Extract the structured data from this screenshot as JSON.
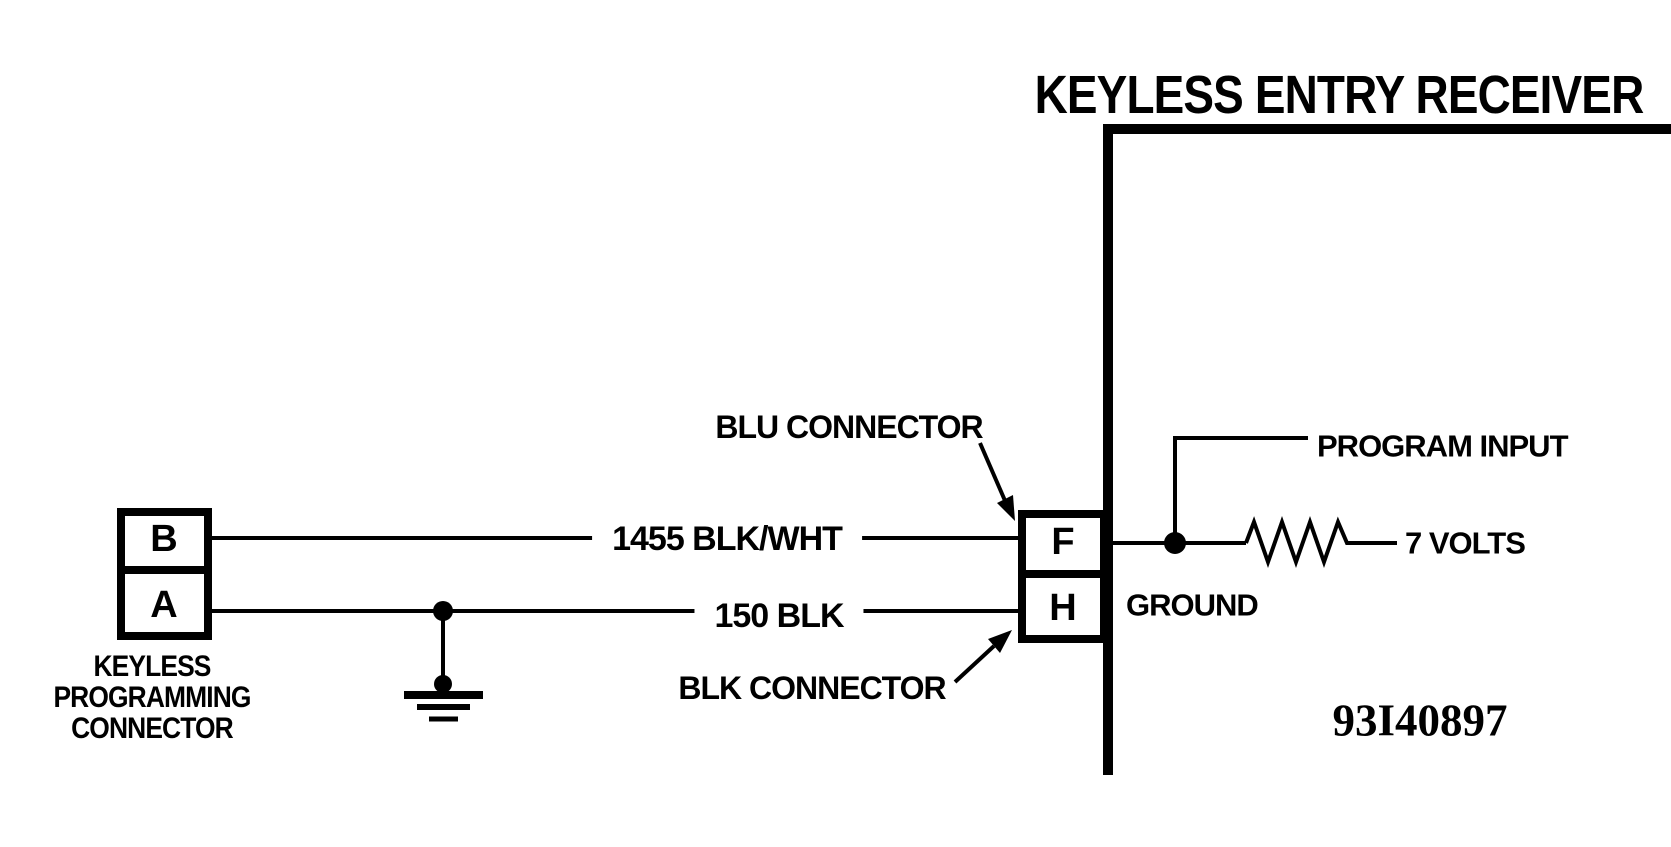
{
  "diagram": {
    "title": "KEYLESS ENTRY RECEIVER",
    "part_number": "93I40897",
    "background_color": "#ffffff",
    "line_color": "#000000",
    "left_connector": {
      "pin_top": "B",
      "pin_bottom": "A",
      "caption_lines": [
        "KEYLESS",
        "PROGRAMMING",
        "CONNECTOR"
      ]
    },
    "receiver_connector": {
      "pin_top": "F",
      "pin_bottom": "H"
    },
    "labels": {
      "wire_top": "1455 BLK/WHT",
      "wire_bottom": "150 BLK",
      "blu_connector": "BLU CONNECTOR",
      "blk_connector": "BLK CONNECTOR",
      "ground": "GROUND",
      "program_input": "PROGRAM INPUT",
      "voltage": "7 VOLTS"
    }
  }
}
